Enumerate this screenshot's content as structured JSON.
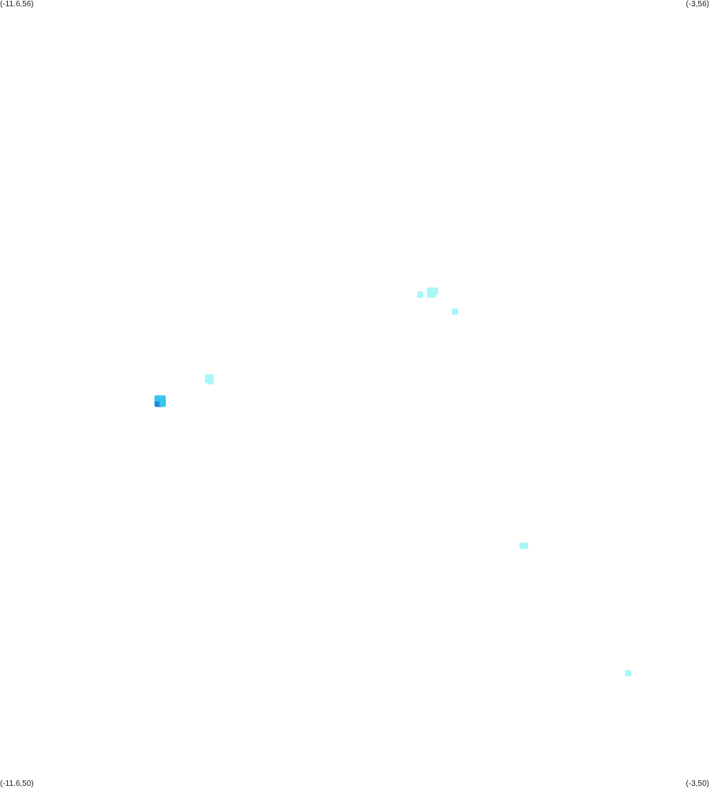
{
  "corners": {
    "top_left": "(-11.6,56)",
    "top_right": "(-3,56)",
    "bottom_left": "(-11.6,50)",
    "bottom_right": "(-3,50)"
  },
  "bounds": {
    "lon_min": -11.6,
    "lon_max": -3,
    "lat_min": 50,
    "lat_max": 56
  },
  "colors": {
    "background": "#ffffff",
    "cluster_light": "#a8f7f7",
    "cluster_mid": "#38c4ee",
    "cluster_dark": "#1e88e0"
  },
  "clusters": [
    {
      "tone": "light",
      "cells": [
        [
          -6.39,
          53.79
        ],
        [
          -6.39,
          53.78
        ],
        [
          -6.36,
          53.79
        ],
        [
          -6.36,
          53.78
        ],
        [
          -6.33,
          53.79
        ],
        [
          -6.33,
          53.78
        ],
        [
          -6.39,
          53.76
        ],
        [
          -6.36,
          53.76
        ],
        [
          -6.51,
          53.76
        ]
      ]
    },
    {
      "tone": "light",
      "cells": [
        [
          -6.09,
          53.63
        ]
      ]
    },
    {
      "tone": "light",
      "cells": [
        [
          -9.08,
          53.13
        ],
        [
          -9.05,
          53.13
        ],
        [
          -9.08,
          53.11
        ],
        [
          -9.05,
          53.11
        ],
        [
          -9.05,
          53.1
        ]
      ]
    },
    {
      "tone": "dark",
      "cells": [
        [
          -9.69,
          52.96
        ],
        [
          -9.66,
          52.96
        ],
        [
          -9.69,
          52.95
        ],
        [
          -9.66,
          52.95
        ],
        [
          -9.63,
          52.95
        ],
        [
          -9.66,
          52.93
        ],
        [
          -9.69,
          52.93
        ]
      ]
    },
    {
      "tone": "mid",
      "cells": [
        [
          -9.63,
          52.97
        ],
        [
          -9.63,
          52.93
        ],
        [
          -9.69,
          52.97
        ]
      ]
    },
    {
      "tone": "light",
      "cells": [
        [
          -5.27,
          51.85
        ],
        [
          -5.24,
          51.85
        ]
      ]
    },
    {
      "tone": "light",
      "cells": [
        [
          -3.99,
          50.88
        ]
      ]
    }
  ]
}
